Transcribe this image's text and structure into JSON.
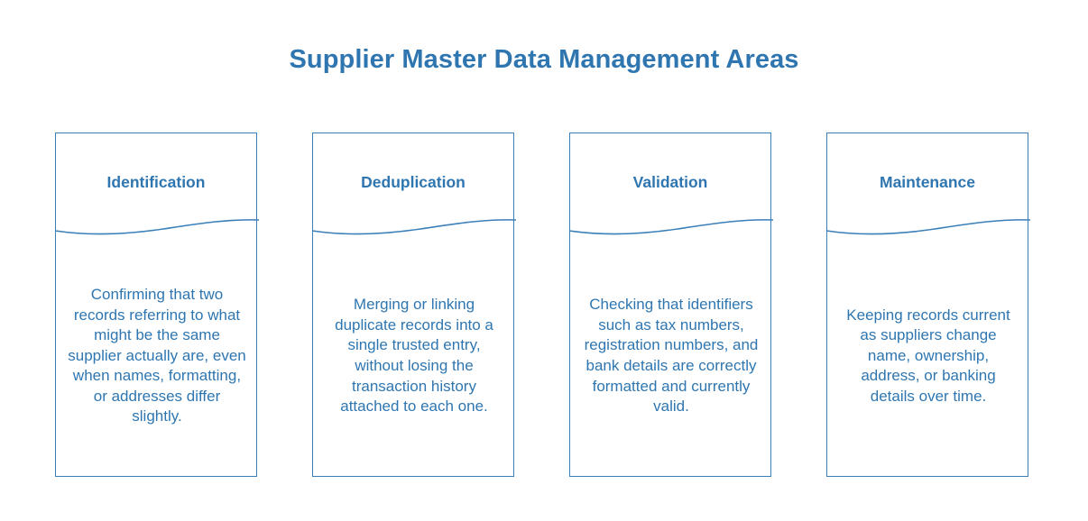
{
  "title": "Supplier Master Data Management Areas",
  "colors": {
    "accent": "#2f76b0",
    "border": "#3a7fb8"
  },
  "cards": [
    {
      "title": "Identification",
      "description": "Confirming that two records referring to what might be the same supplier actually are, even when names, formatting, or addresses differ slightly."
    },
    {
      "title": "Deduplication",
      "description": "Merging or linking duplicate records into a single trusted entry, without losing the transaction history attached to each one."
    },
    {
      "title": "Validation",
      "description": "Checking that identifiers such as tax numbers, registration numbers, and bank details are correctly formatted and currently valid."
    },
    {
      "title": "Maintenance",
      "description": "Keeping records current as suppliers change name, ownership, address, or banking details over time."
    }
  ]
}
